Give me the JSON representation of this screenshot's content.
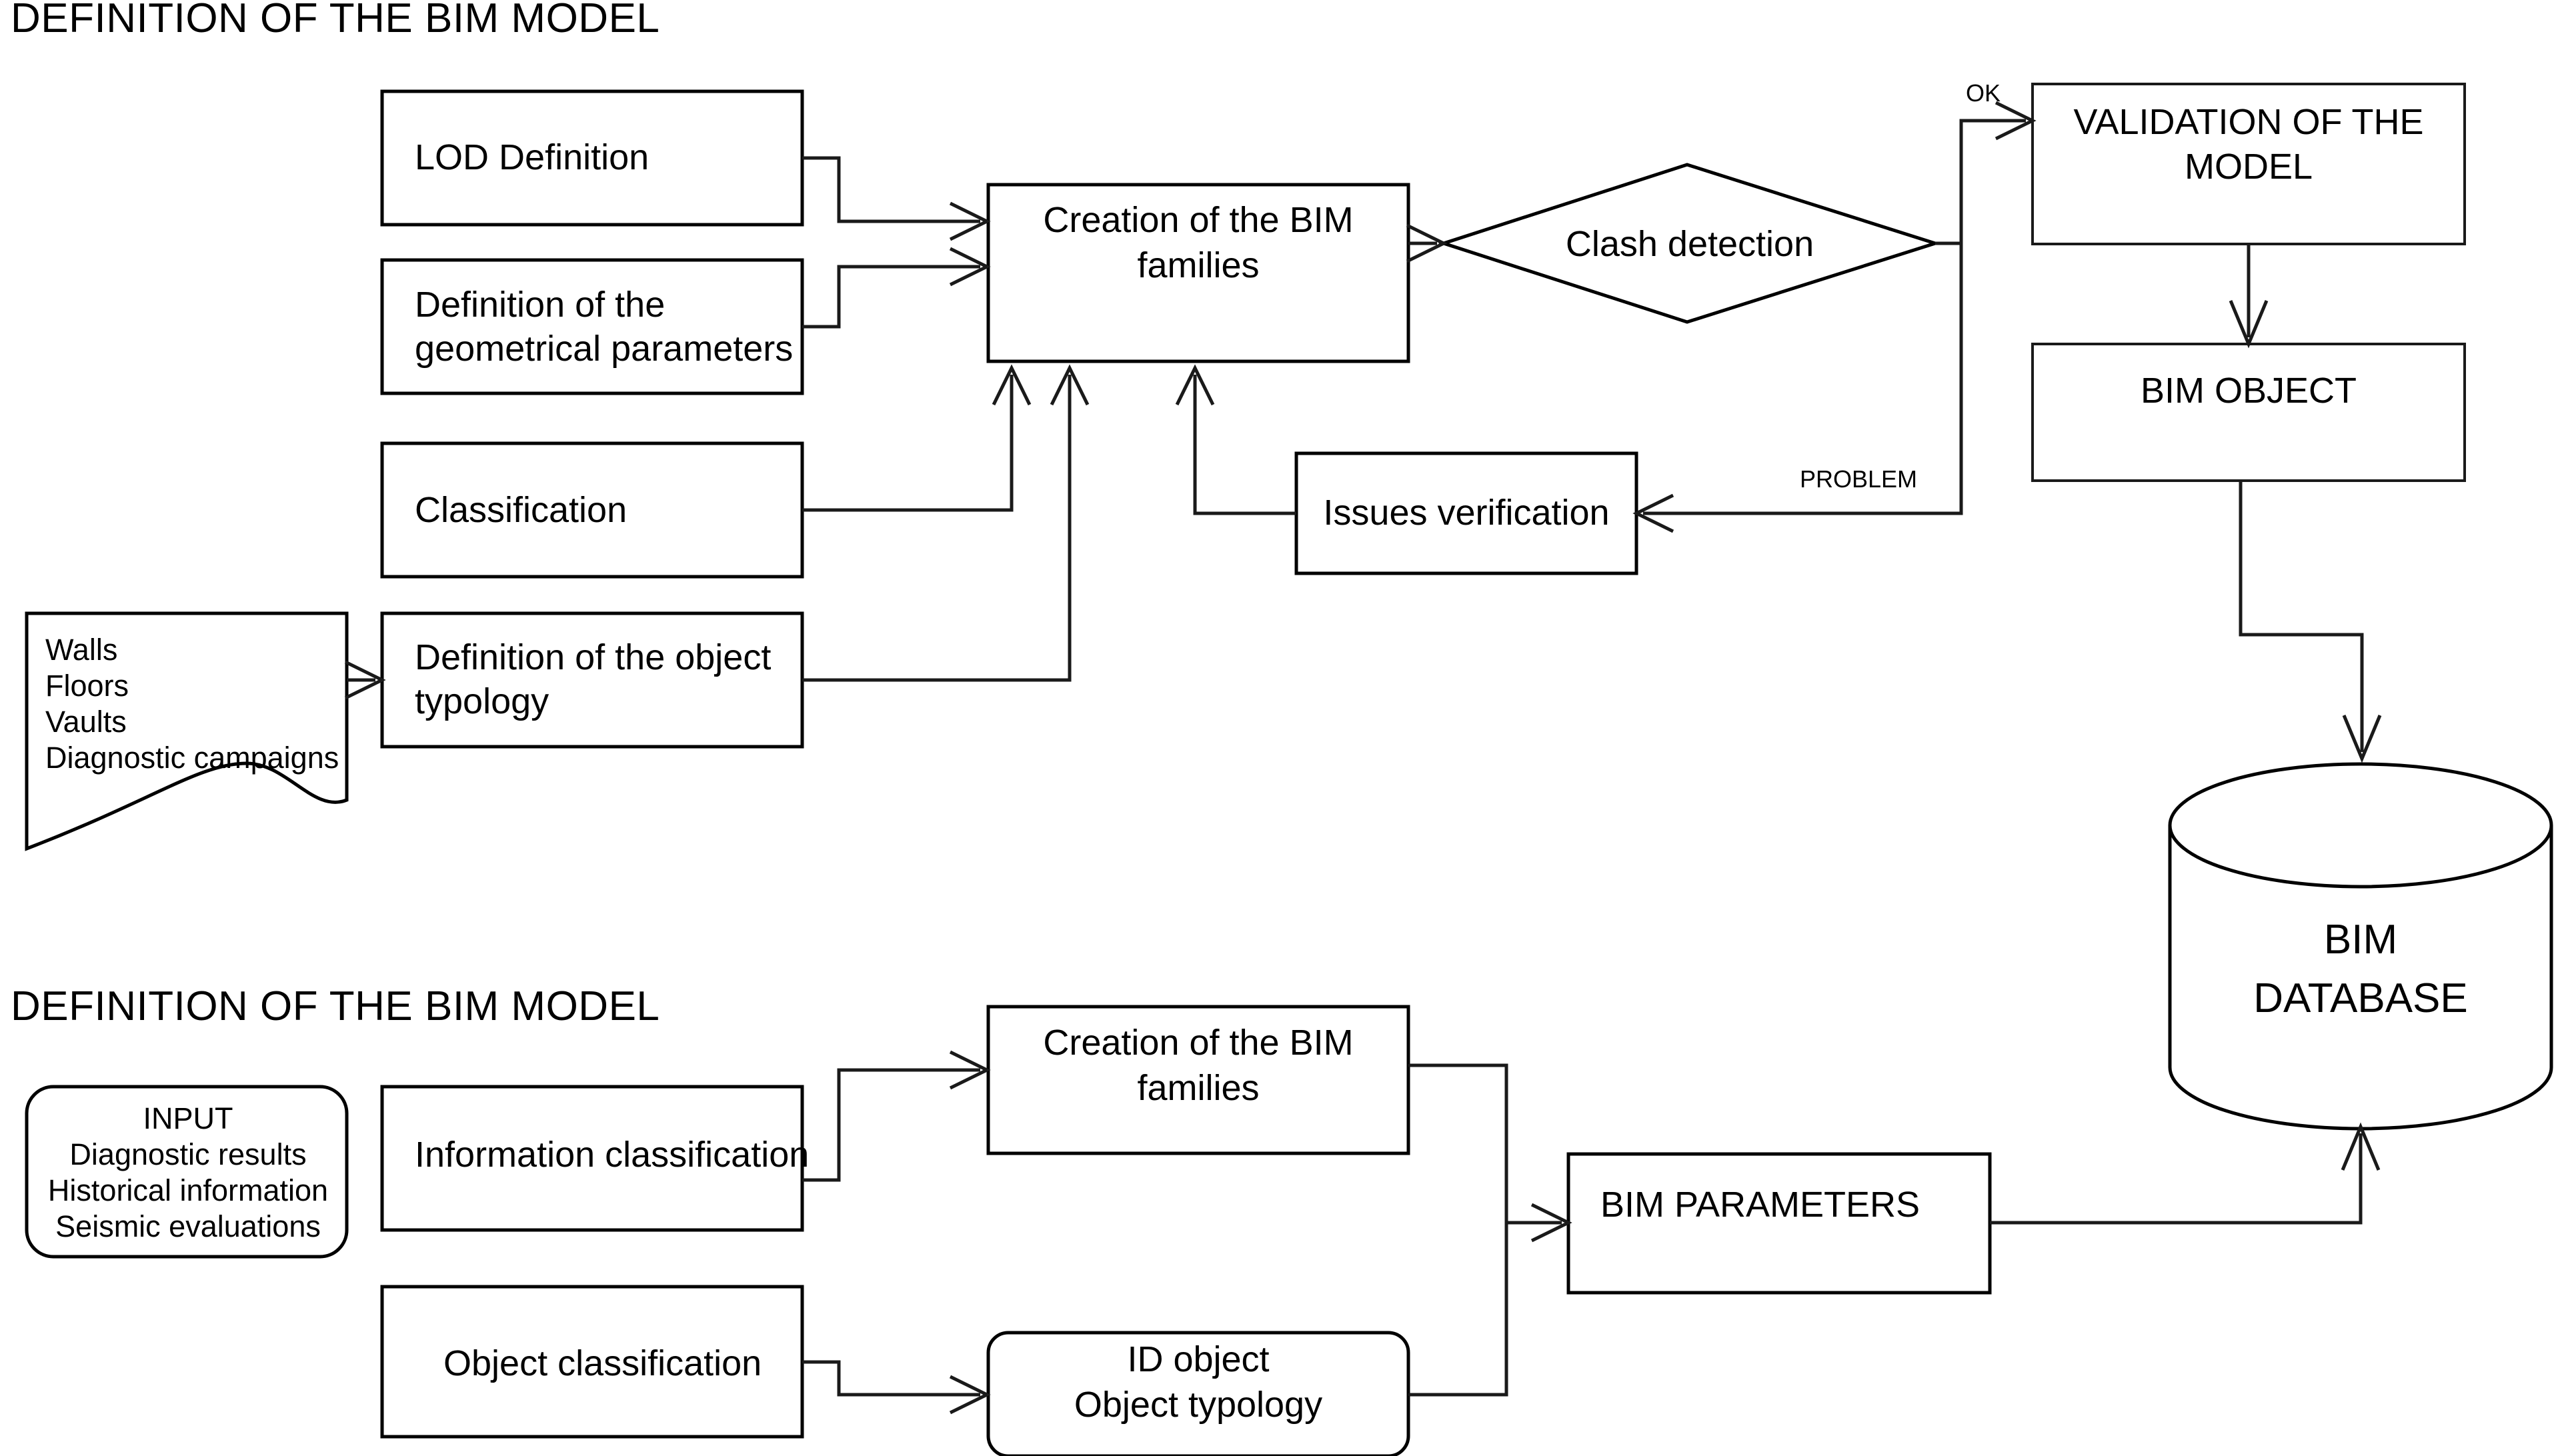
{
  "diagram": {
    "type": "flowchart",
    "background_color": "#ffffff",
    "line_color": "#1a1a1a",
    "text_color": "#000000"
  },
  "sections": [
    {
      "id": "section-top",
      "title": "DEFINITION OF THE BIM MODEL"
    },
    {
      "id": "section-bottom",
      "title": "DEFINITION OF THE BIM MODEL"
    }
  ],
  "top": {
    "title": "DEFINITION OF THE BIM MODEL",
    "nodes": {
      "lod_definition": {
        "label": "LOD Definition",
        "shape": "rectangle"
      },
      "geometrical_parameters": {
        "line1": "Definition of the",
        "line2": "geometrical parameters",
        "shape": "rectangle"
      },
      "classification": {
        "label": "Classification",
        "shape": "rectangle"
      },
      "object_typology": {
        "line1": "Definition of the object",
        "line2": "typology",
        "shape": "rectangle"
      },
      "input_document": {
        "shape": "document",
        "items": [
          "Walls",
          "Floors",
          "Vaults",
          "Diagnostic campaigns"
        ]
      },
      "creation_bim_families": {
        "line1": "Creation of the BIM",
        "line2": "families",
        "shape": "rectangle"
      },
      "clash_detection": {
        "label": "Clash detection",
        "shape": "diamond"
      },
      "issues_verification": {
        "label": "Issues verification",
        "shape": "rectangle"
      },
      "validation_of_model": {
        "line1": "VALIDATION OF THE",
        "line2": "MODEL",
        "shape": "rectangle"
      },
      "bim_object": {
        "label": "BIM OBJECT",
        "shape": "rectangle"
      }
    },
    "edge_labels": {
      "ok": "OK",
      "problem": "PROBLEM"
    }
  },
  "bottom": {
    "title": "DEFINITION OF THE BIM MODEL",
    "nodes": {
      "input_box": {
        "shape": "rounded-rectangle",
        "heading": "INPUT",
        "items": [
          "Diagnostic results",
          "Historical information",
          "Seismic evaluations"
        ]
      },
      "information_classification": {
        "label": "Information classification",
        "shape": "rectangle"
      },
      "object_classification": {
        "label": "Object classification",
        "shape": "rectangle"
      },
      "creation_bim_families": {
        "line1": "Creation of the BIM",
        "line2": "families",
        "shape": "rectangle"
      },
      "id_object": {
        "line1": "ID object",
        "line2": "Object typology",
        "shape": "rounded-rectangle"
      },
      "bim_parameters": {
        "label": "BIM PARAMETERS",
        "shape": "rectangle"
      }
    }
  },
  "database": {
    "line1": "BIM",
    "line2": "DATABASE",
    "shape": "cylinder"
  }
}
